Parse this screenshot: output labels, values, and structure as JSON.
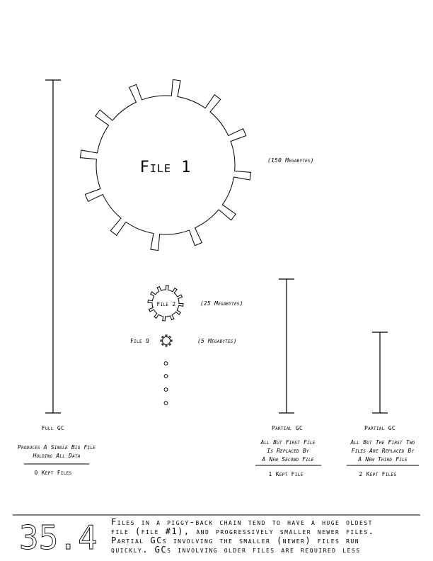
{
  "files": [
    {
      "label": "File 1",
      "size": "(150 Megabytes)"
    },
    {
      "label": "File 2",
      "size": "(25 Megabytes)"
    },
    {
      "label": "File 9",
      "size": "(5 Megabytes)"
    }
  ],
  "columns": [
    {
      "title": "Full GC",
      "desc": [
        "Produces A Single Big File",
        "Holding All Data"
      ],
      "result": "0 Kept Files"
    },
    {
      "title": "Partial GC",
      "desc": [
        "All But First File",
        "Is Replaced By",
        "A New Second File"
      ],
      "result": "1 Kept File"
    },
    {
      "title": "Partial GC",
      "desc": [
        "All But The First Two",
        "Files Are Replaced By",
        "A New Third File"
      ],
      "result": "2 Kept Files"
    }
  ],
  "figure_number": "35.4",
  "caption": [
    "Files in a piggy-back chain tend to have a huge oldest",
    "file (file #1), and progressively smaller newer files.",
    "Partial GCs involving the smaller (newer) files run",
    "quickly.  GCs involving older files are required less"
  ]
}
